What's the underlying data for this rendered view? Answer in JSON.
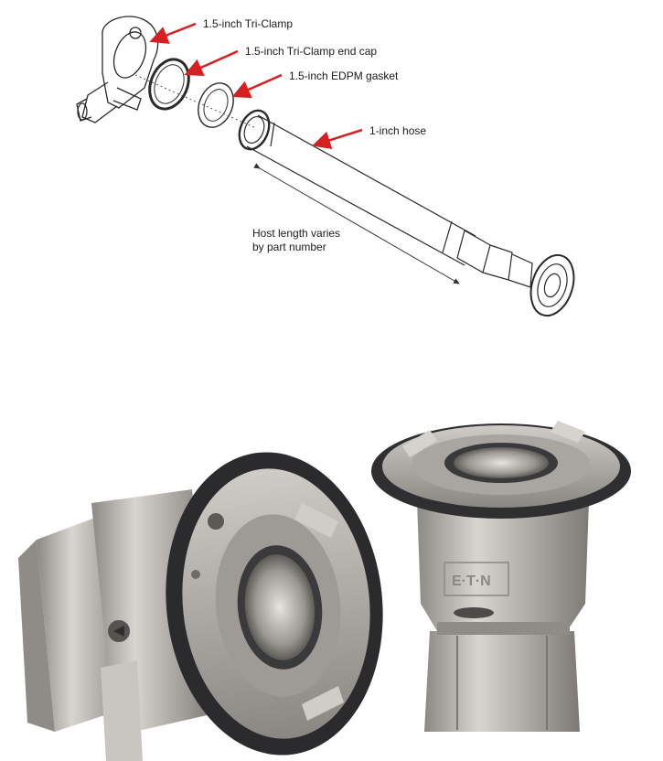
{
  "callouts": {
    "tri_clamp": "1.5-inch Tri-Clamp",
    "end_cap": "1.5-inch Tri-Clamp end cap",
    "gasket": "1.5-inch EDPM gasket",
    "hose": "1-inch hose"
  },
  "length_note": {
    "line1": "Host length varies",
    "line2": "by part number"
  },
  "photo_logo": {
    "brand_text": "E·T·N"
  },
  "colors": {
    "callout_arrow": "#d42020",
    "line_art": "#2a2a2a",
    "steel": "#b9b6b1",
    "rubber_ring": "#2e2e30"
  }
}
